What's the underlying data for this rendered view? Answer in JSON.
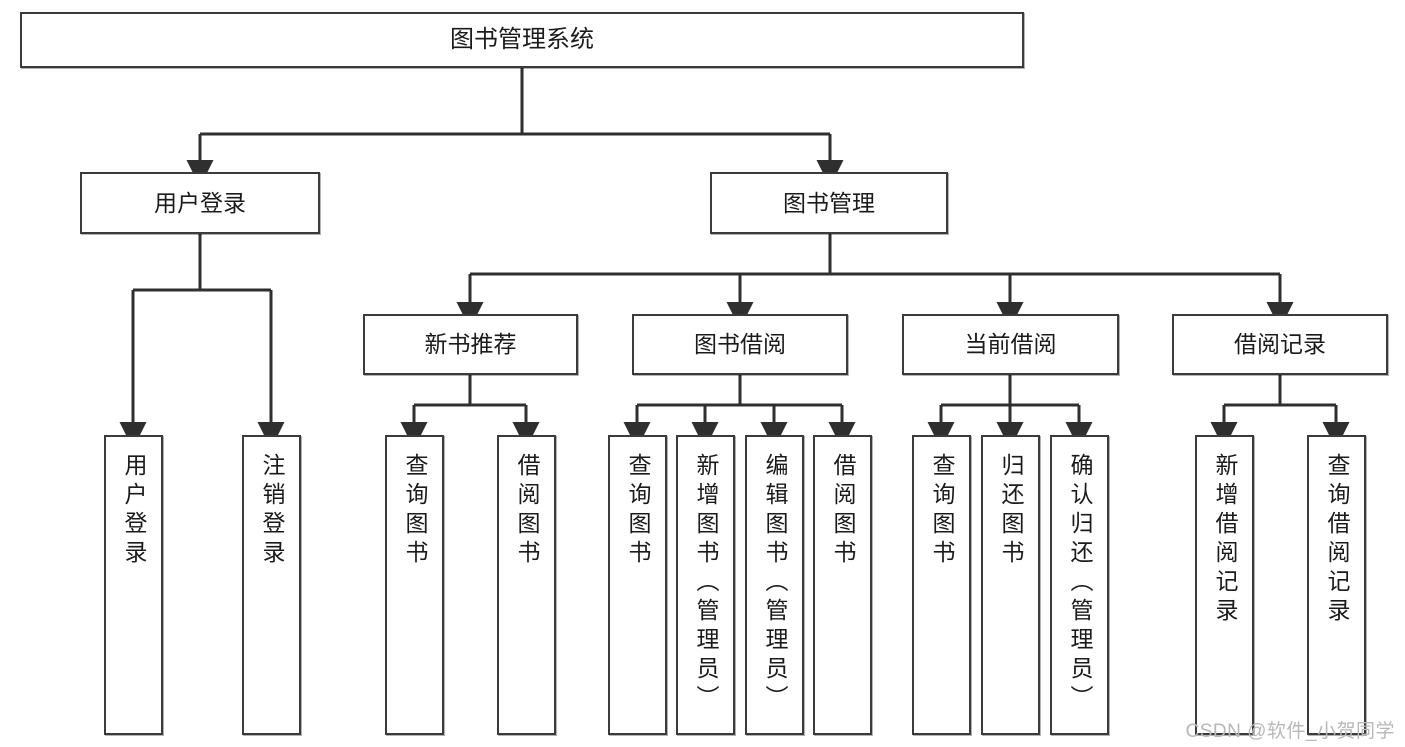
{
  "diagram": {
    "title": "图书管理系统",
    "style": {
      "box_border": "#3b3b3b",
      "box_fill": "#ffffff",
      "text": "#1b1b1b",
      "background": "#ffffff"
    },
    "root": {
      "label": "图书管理系统"
    },
    "level2": [
      {
        "label": "用户登录"
      },
      {
        "label": "图书管理"
      }
    ],
    "level3": [
      {
        "label": "新书推荐"
      },
      {
        "label": "图书借阅"
      },
      {
        "label": "当前借阅"
      },
      {
        "label": "借阅记录"
      }
    ],
    "leaves": {
      "user_login": [
        {
          "label": "用户登录"
        },
        {
          "label": "注销登录"
        }
      ],
      "new_book_recommend": [
        {
          "label": "查询图书"
        },
        {
          "label": "借阅图书"
        }
      ],
      "book_borrow": [
        {
          "label": "查询图书"
        },
        {
          "label": "新增图书（管理员）"
        },
        {
          "label": "编辑图书（管理员）"
        },
        {
          "label": "借阅图书"
        }
      ],
      "current_borrow": [
        {
          "label": "查询图书"
        },
        {
          "label": "归还图书"
        },
        {
          "label": "确认归还（管理员）"
        }
      ],
      "borrow_record": [
        {
          "label": "新增借阅记录"
        },
        {
          "label": "查询借阅记录"
        }
      ]
    }
  },
  "watermark": {
    "text": "CSDN @软件_小贺同学"
  }
}
